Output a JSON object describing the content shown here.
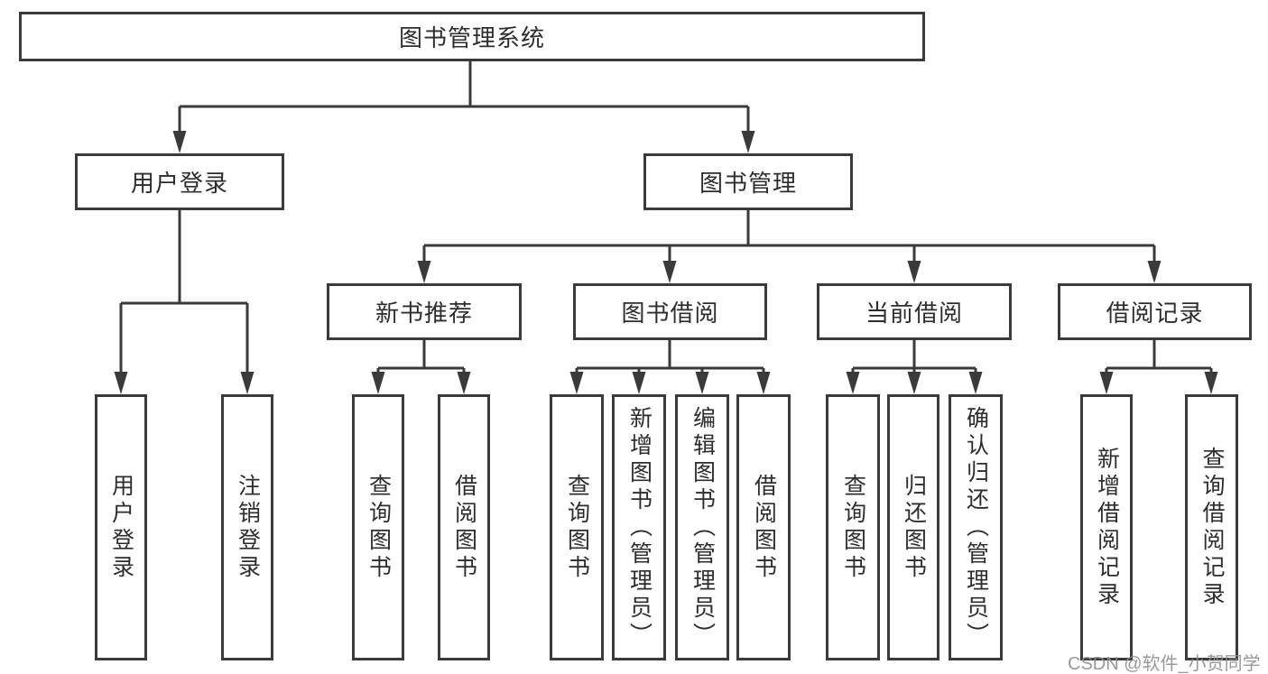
{
  "diagram": {
    "root": {
      "label": "图书管理系统"
    },
    "level2": [
      {
        "label": "用户登录"
      },
      {
        "label": "图书管理"
      }
    ],
    "level3": [
      {
        "parent": "图书管理",
        "label": "新书推荐"
      },
      {
        "parent": "图书管理",
        "label": "图书借阅"
      },
      {
        "parent": "图书管理",
        "label": "当前借阅"
      },
      {
        "parent": "图书管理",
        "label": "借阅记录"
      }
    ],
    "leaves": [
      {
        "parent": "用户登录",
        "label": "用户登录"
      },
      {
        "parent": "用户登录",
        "label": "注销登录"
      },
      {
        "parent": "新书推荐",
        "label": "查询图书"
      },
      {
        "parent": "新书推荐",
        "label": "借阅图书"
      },
      {
        "parent": "图书借阅",
        "label": "查询图书"
      },
      {
        "parent": "图书借阅",
        "label": "新增图书（管理员）"
      },
      {
        "parent": "图书借阅",
        "label": "编辑图书（管理员）"
      },
      {
        "parent": "图书借阅",
        "label": "借阅图书"
      },
      {
        "parent": "当前借阅",
        "label": "查询图书"
      },
      {
        "parent": "当前借阅",
        "label": "归还图书"
      },
      {
        "parent": "当前借阅",
        "label": "确认归还（管理员）"
      },
      {
        "parent": "借阅记录",
        "label": "新增借阅记录"
      },
      {
        "parent": "借阅记录",
        "label": "查询借阅记录"
      }
    ],
    "colors": {
      "line": "#3a3a3a",
      "box_border": "#3a3a3a",
      "box_background": "#ffffff",
      "text": "#2d2d2d",
      "watermark": "#8f8f8f"
    },
    "watermark": {
      "text": "CSDN @软件_小贺同学"
    }
  }
}
